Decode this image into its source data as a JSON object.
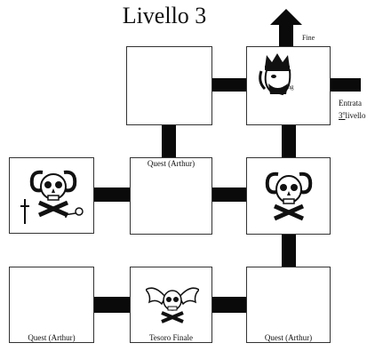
{
  "title": "Livello 3",
  "labels": {
    "fine": "Fine",
    "entrata_line1": "Entrata",
    "entrata_digit": "3",
    "entrata_sup": "o",
    "entrata_rest": "livello",
    "png": "png",
    "quest_top_middle": "Quest (Arthur)",
    "quest_bottom_left": "Quest (Arthur)",
    "tesoro": "Tesoro Finale",
    "quest_bottom_right": "Quest (Arthur)"
  },
  "icons": {
    "exit_arrow": "up-arrow-icon",
    "npc": "king-npc-icon",
    "monster_west": "skull-monster-icon",
    "monster_east": "skull-monster-icon",
    "treasure_guardian": "winged-skull-icon",
    "sword": "sword-icon",
    "key": "key-icon"
  },
  "colors": {
    "corridor": "#0a0a0a",
    "room_border": "#333333",
    "background": "#ffffff"
  }
}
